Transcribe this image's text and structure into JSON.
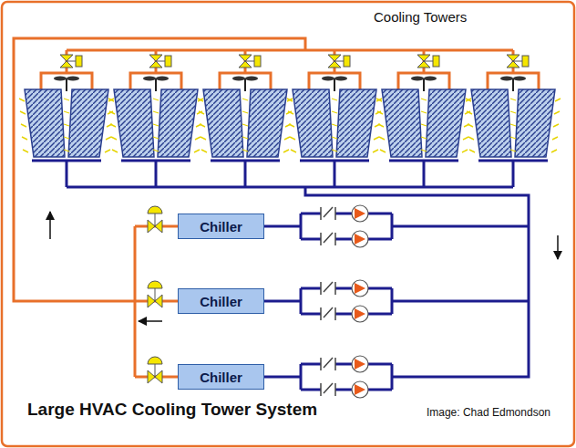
{
  "diagram": {
    "title": "Large HVAC Cooling Tower System",
    "nodes": [
      {
        "text": [
          "Chiller"
        ]
      },
      {
        "text": [
          "Chiller"
        ]
      },
      {
        "text": [
          "Chiller"
        ]
      }
    ],
    "labels": [
      "Cooling Towers",
      "Image: Chad Edmondson"
    ]
  }
}
